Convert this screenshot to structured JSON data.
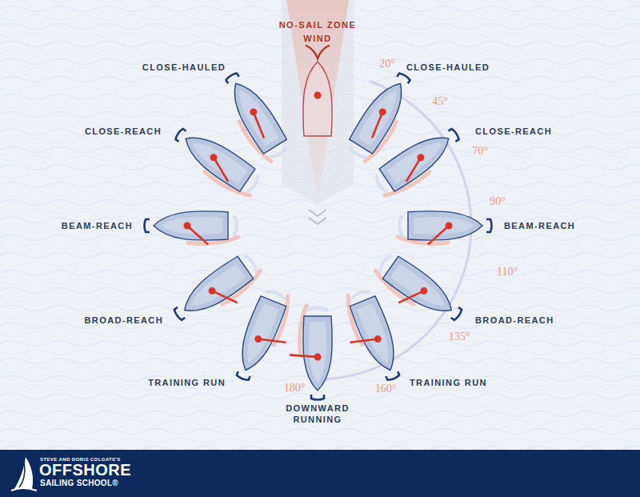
{
  "diagram": {
    "nodes": [
      {
        "text": [
          "STEVE AND DORIS COLGATE'S",
          "OFFSHORE",
          "SAILING SCHOOL®"
        ]
      }
    ],
    "labels": [
      "NO-SAIL ZONE",
      "WIND",
      "CLOSE-HAULED",
      "CLOSE-HAULED",
      "20°",
      "45°",
      "CLOSE-REACH",
      "CLOSE-REACH",
      "70°",
      "90°",
      "BEAM-REACH",
      "BEAM-REACH",
      "110°",
      "BROAD-REACH",
      "BROAD-REACH",
      "135°",
      "TRAINING RUN",
      "180°",
      "160°",
      "TRAINING RUN",
      "DOWNWARD RUNNING"
    ]
  }
}
